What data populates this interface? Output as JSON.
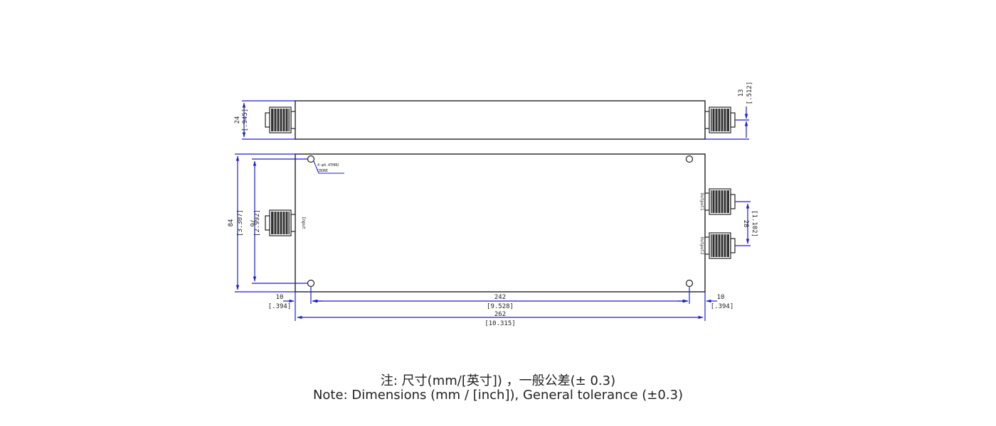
{
  "drawing": {
    "side_view": {
      "height_mm": "24",
      "height_in": "[.945]",
      "connector_offset_mm": "13",
      "connector_offset_in": "[.512]"
    },
    "top_view": {
      "height_mm": "84",
      "height_in": "[3.307]",
      "mount_pitch_mm": "76",
      "mount_pitch_in": "[2.992]",
      "port_spacing_mm": "28",
      "port_spacing_in": "[1.102]",
      "left_margin_mm": "10",
      "left_margin_in": "[.394]",
      "right_margin_mm": "10",
      "right_margin_in": "[.394]",
      "hole_pitch_mm": "242",
      "hole_pitch_in": "[9.528]",
      "length_mm": "262",
      "length_in": "[10.315]",
      "input_label": "Input",
      "output1_label": "Output1",
      "output2_label": "Output2",
      "hole_callout_1": "4-φ4.4THRU",
      "hole_callout_2": "CBORE"
    },
    "colors": {
      "body_outline": "#222222",
      "dimension": "#1a1adf"
    }
  },
  "notes": {
    "zh": "注: 尺寸(mm/[英寸])  ，一般公差(± 0.3)",
    "en": "Note: Dimensions (mm / [inch]), General tolerance (±0.3)"
  }
}
